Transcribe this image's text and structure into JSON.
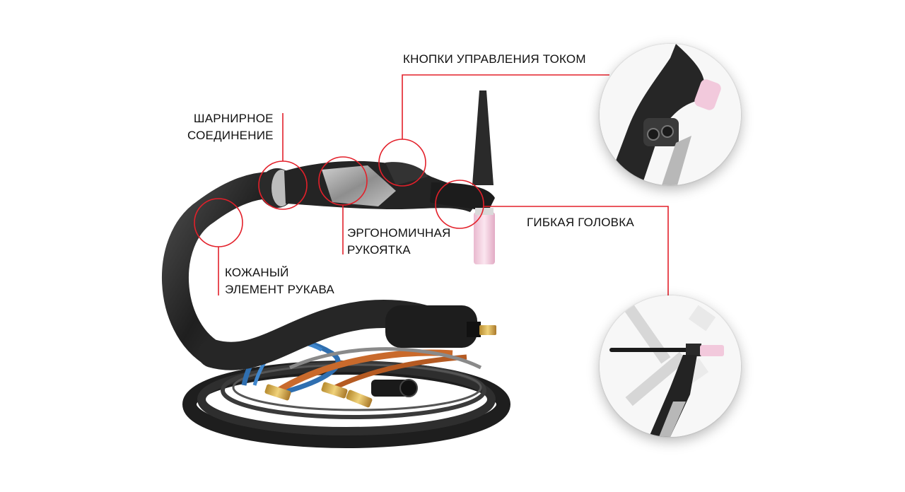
{
  "labels": {
    "buttons": "КНОПКИ УПРАВЛЕНИЯ ТОКОМ",
    "joint_line1": "ШАРНИРНОЕ",
    "joint_line2": "СОЕДИНЕНИЕ",
    "handle_line1": "ЭРГОНОМИЧНАЯ",
    "handle_line2": "РУКОЯТКА",
    "head": "ГИБКАЯ ГОЛОВКА",
    "leather_line1": "КОЖАНЫЙ",
    "leather_line2": "ЭЛЕМЕНТ РУКАВА"
  },
  "colors": {
    "callout": "#e3202a",
    "hose": "#2b2b2b",
    "nozzle": "#f2c9dc",
    "handle_grip": "#a9a9a9",
    "copper": "#c96a2c",
    "blue_hose": "#2f6fb0"
  }
}
